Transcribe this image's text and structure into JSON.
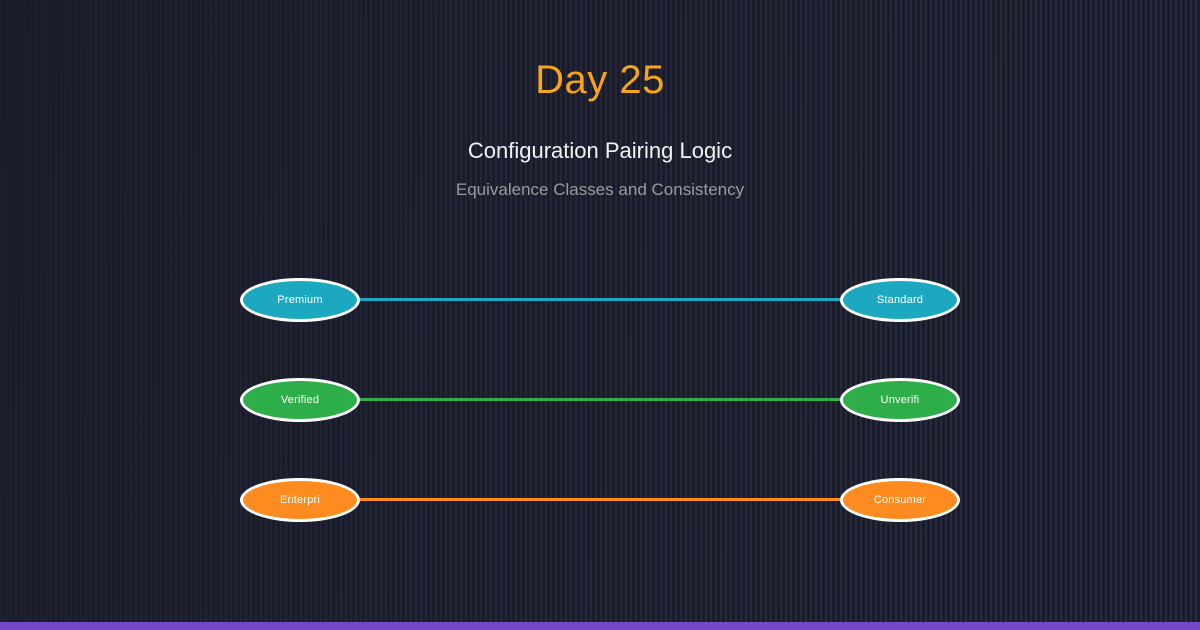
{
  "header": {
    "day_label": "Day 25",
    "title": "Configuration Pairing Logic",
    "subtitle": "Equivalence Classes and Consistency"
  },
  "diagram": {
    "pairs": [
      {
        "left": "Premium",
        "right": "Standard",
        "color": "#1ca9c0"
      },
      {
        "left": "Verified",
        "right": "Unverifi",
        "color": "#2eae48"
      },
      {
        "left": "Enterpri",
        "right": "Consumer",
        "color": "#fd8b20"
      }
    ]
  },
  "footer": {
    "accent_color": "#7348c8"
  },
  "colors": {
    "day_label_accent": "#f4a41d",
    "background_dark": "#1a1c2a",
    "background_stripe": "#272b3f",
    "node_border": "#ffffff",
    "title_text": "#f2f2f2",
    "subtitle_text": "#9b9b9b"
  }
}
